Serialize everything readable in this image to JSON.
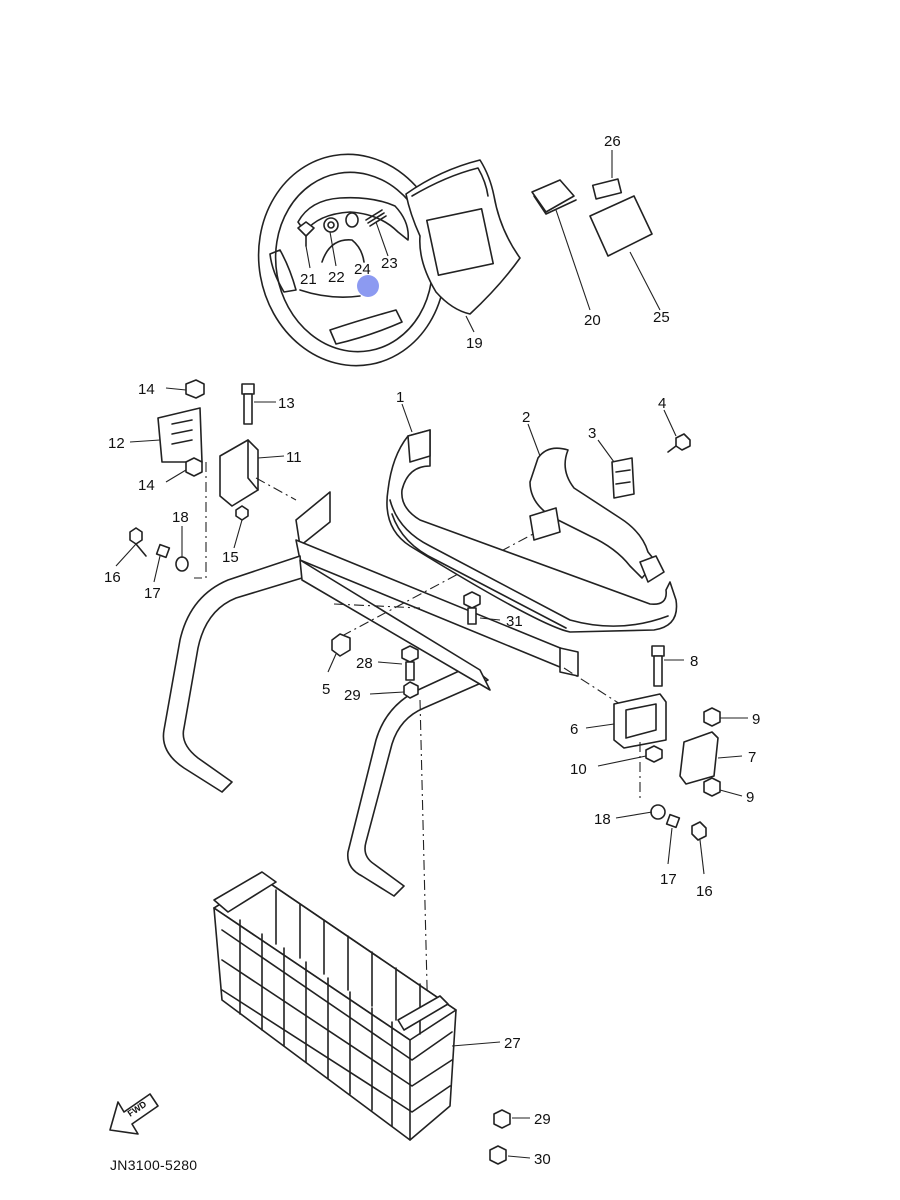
{
  "diagram": {
    "code": "JN3100-5280",
    "fwd_label": "FWD",
    "labels": {
      "p1": "1",
      "p2": "2",
      "p3": "3",
      "p4": "4",
      "p5": "5",
      "p6": "6",
      "p7": "7",
      "p8": "8",
      "p9a": "9",
      "p9b": "9",
      "p10": "10",
      "p11": "11",
      "p12": "12",
      "p13": "13",
      "p14a": "14",
      "p14b": "14",
      "p15": "15",
      "p16a": "16",
      "p16b": "16",
      "p17a": "17",
      "p17b": "17",
      "p18a": "18",
      "p18b": "18",
      "p19": "19",
      "p20": "20",
      "p21": "21",
      "p22": "22",
      "p23": "23",
      "p24": "24",
      "p25": "25",
      "p26": "26",
      "p27": "27",
      "p28": "28",
      "p29a": "29",
      "p29b": "29",
      "p30": "30",
      "p31": "31"
    },
    "marker_color": "#7f8ff0",
    "line_color": "#222222"
  }
}
